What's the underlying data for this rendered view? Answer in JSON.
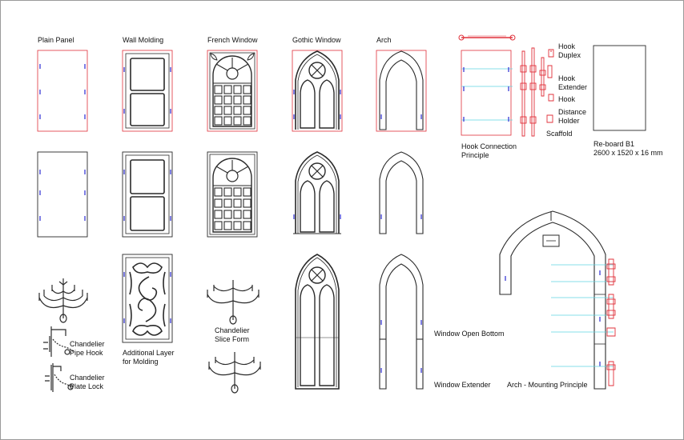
{
  "titles": {
    "plain_panel": "Plain Panel",
    "wall_molding": "Wall Molding",
    "french_window": "French Window",
    "gothic_window": "Gothic Window",
    "arch": "Arch"
  },
  "labels": {
    "hook_duplex": [
      "Hook",
      "Duplex"
    ],
    "hook_extender": [
      "Hook",
      "Extender"
    ],
    "hook": [
      "Hook"
    ],
    "distance_holder": [
      "Distance",
      "Holder"
    ],
    "hook_connection": [
      "Hook Connection",
      "Principle"
    ],
    "scaffold": [
      "Scaffold"
    ],
    "reboard": [
      "Re-board B1",
      "2600 x 1520 x 16 mm"
    ],
    "chandelier_pipe_hook": [
      "Chandelier",
      "Pipe Hook"
    ],
    "chandelier_plate_lock": [
      "Chandelier",
      "Plate Lock"
    ],
    "additional_layer": [
      "Additional Layer",
      "for Molding"
    ],
    "chandelier_slice": [
      "Chandelier",
      "Slice Form"
    ],
    "window_open_bottom": [
      "Window Open Bottom"
    ],
    "window_extender": [
      "Window Extender"
    ],
    "arch_mounting": [
      "Arch - Mounting Principle"
    ]
  },
  "colors": {
    "outline_red": "#e0303a",
    "line_dark": "#2a2a2a",
    "slot_blue": "#3a3ad6",
    "guide_cyan": "#5fd4e0",
    "frame_grey": "#9a9a9a"
  }
}
